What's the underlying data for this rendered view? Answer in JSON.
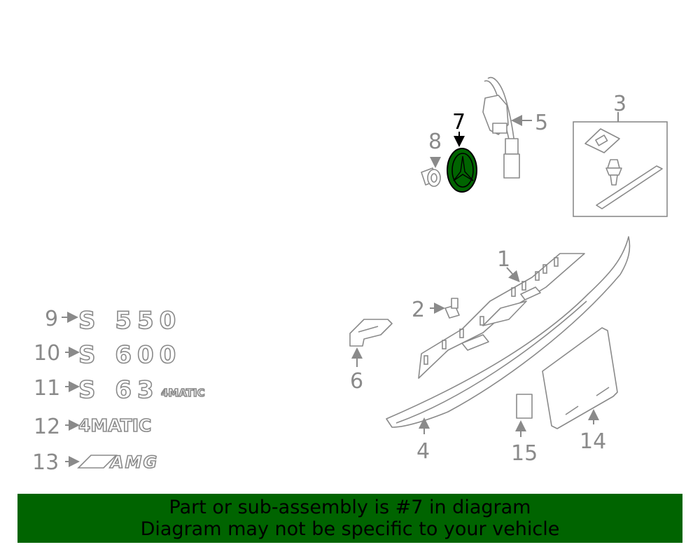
{
  "highlight_color": "#006400",
  "line_color": "#8a8a8a",
  "callouts": {
    "c1": "1",
    "c2": "2",
    "c3": "3",
    "c4": "4",
    "c5": "5",
    "c6": "6",
    "c7": "7",
    "c8": "8",
    "c9": "9",
    "c10": "10",
    "c11": "11",
    "c12": "12",
    "c13": "13",
    "c14": "14",
    "c15": "15"
  },
  "badges": {
    "b9": "S 550",
    "b10": "S 600",
    "b11_model": "S 63",
    "b11_drive": "4MATIC",
    "b12": "4MATIC",
    "b13": "AMG"
  },
  "banner": {
    "line1": "Part or sub-assembly is #7 in diagram",
    "line2": "Diagram may not be specific to your vehicle"
  }
}
